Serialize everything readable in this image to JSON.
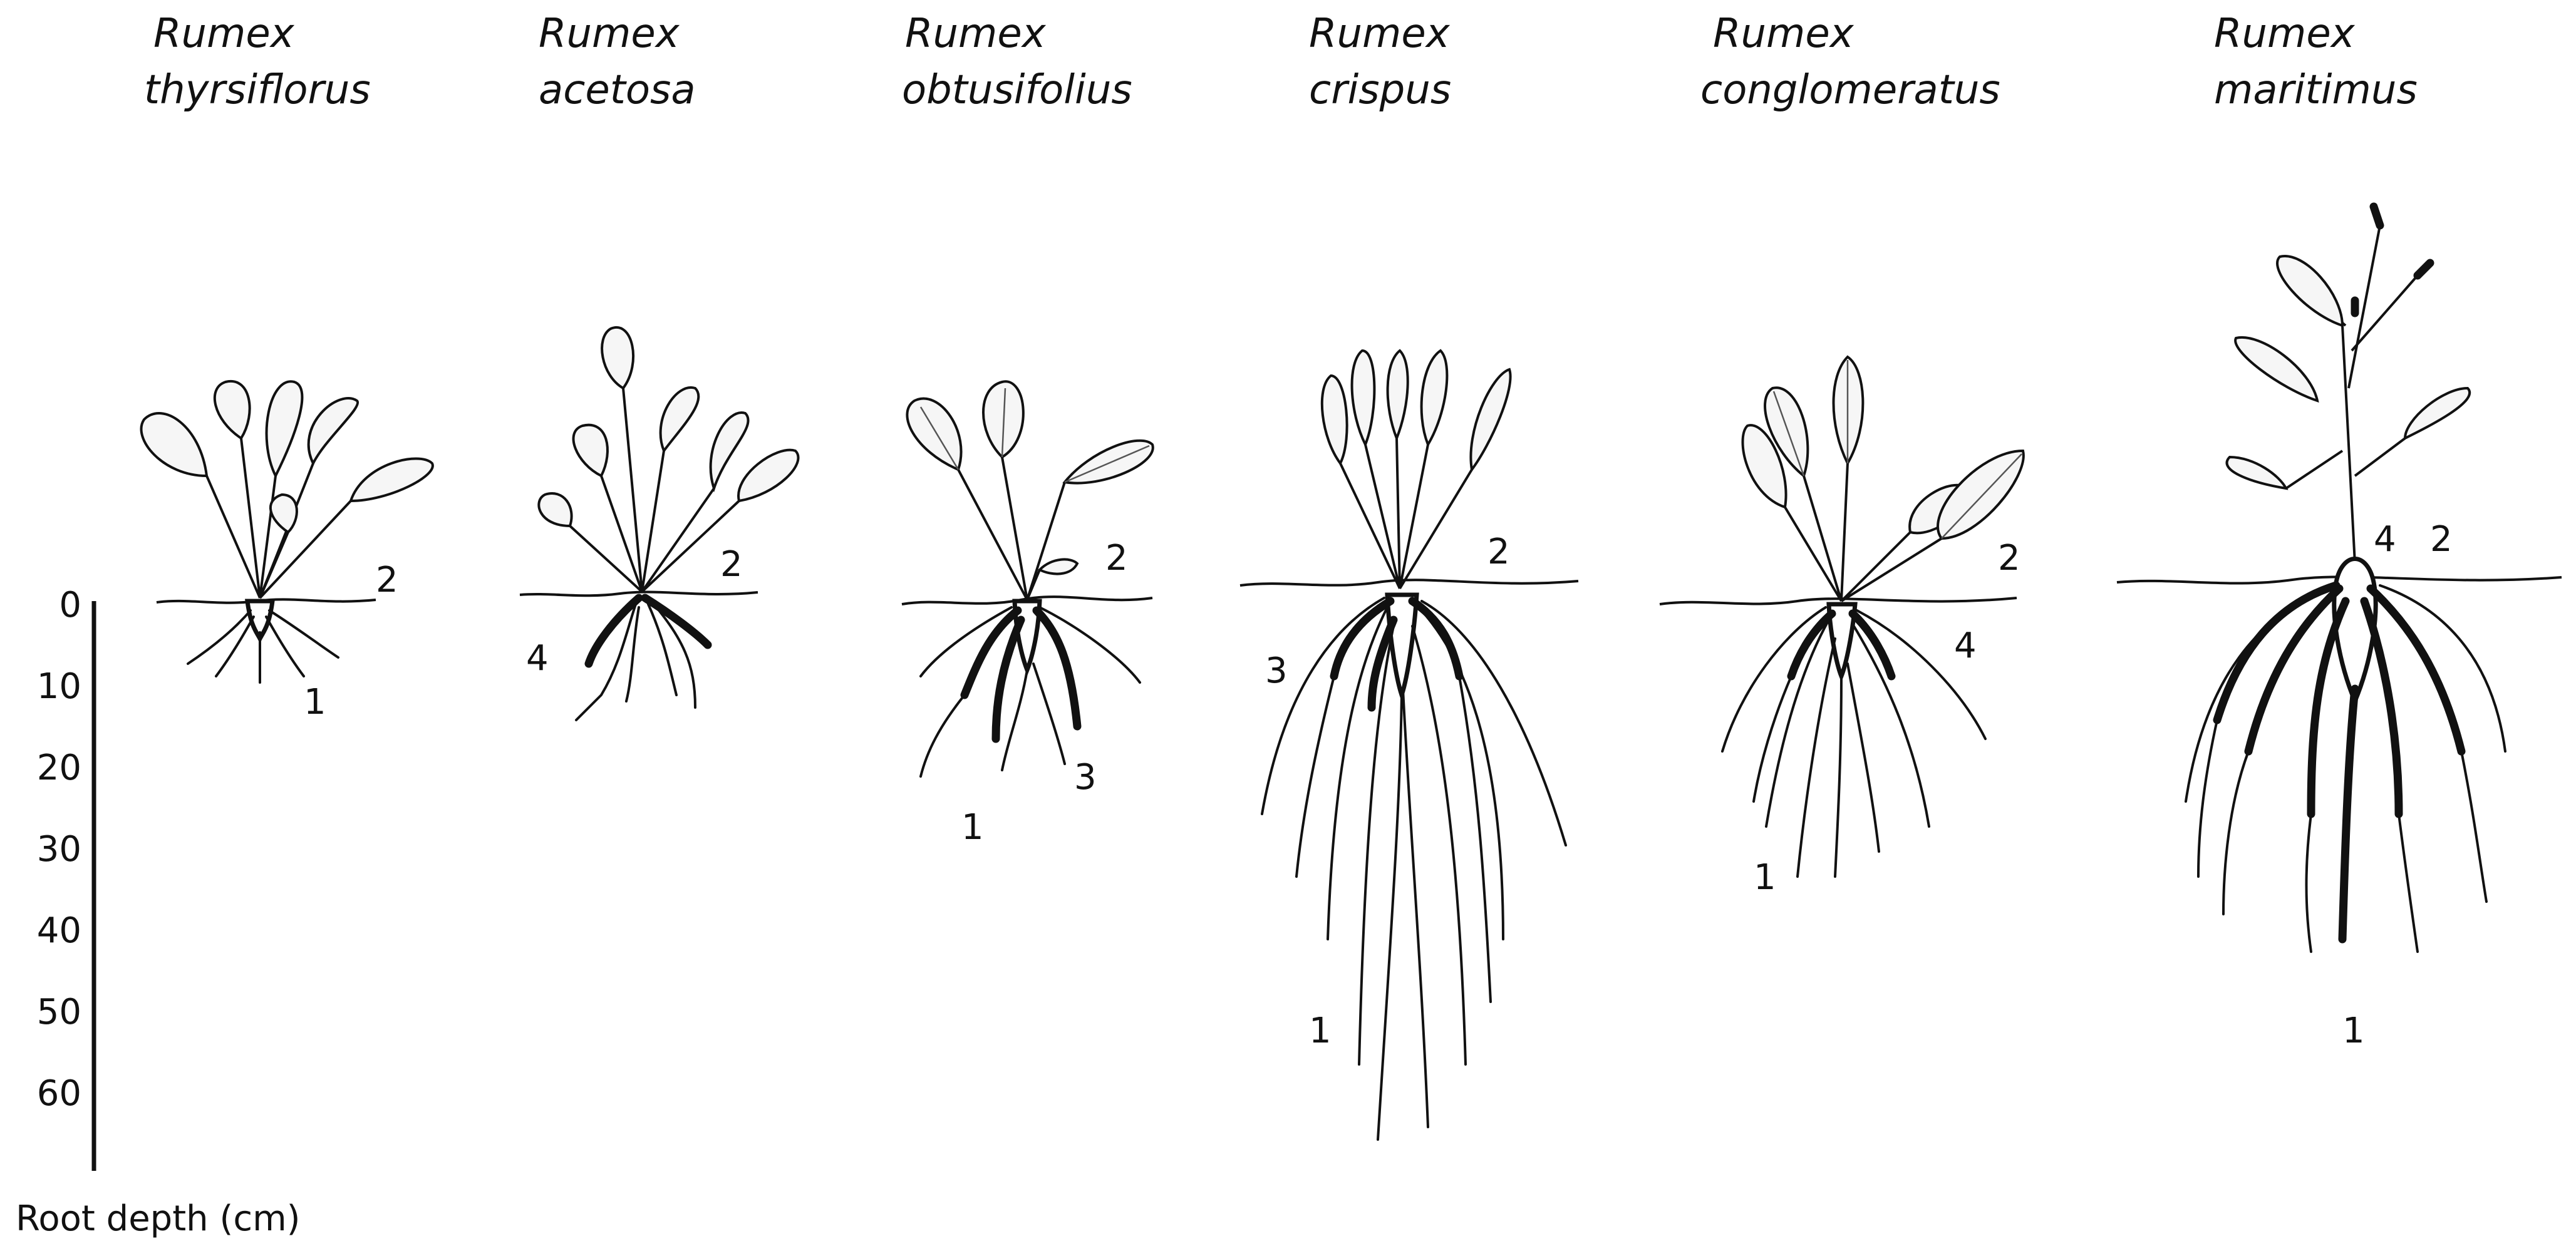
{
  "figure": {
    "axis": {
      "title": "Root depth (cm)",
      "ticks": [
        "0",
        "10",
        "20",
        "30",
        "40",
        "50",
        "60"
      ]
    },
    "species": [
      {
        "genus": "Rumex",
        "epithet": "thyrsiflorus",
        "labels": [
          "2",
          "1"
        ]
      },
      {
        "genus": "Rumex",
        "epithet": "acetosa",
        "labels": [
          "2",
          "4"
        ]
      },
      {
        "genus": "Rumex",
        "epithet": "obtusifolius",
        "labels": [
          "2",
          "3",
          "1"
        ]
      },
      {
        "genus": "Rumex",
        "epithet": "crispus",
        "labels": [
          "2",
          "3",
          "1"
        ]
      },
      {
        "genus": "Rumex",
        "epithet": "conglomeratus",
        "labels": [
          "2",
          "4",
          "1"
        ]
      },
      {
        "genus": "Rumex",
        "epithet": "maritimus",
        "labels": [
          "4",
          "2",
          "1"
        ]
      }
    ]
  }
}
